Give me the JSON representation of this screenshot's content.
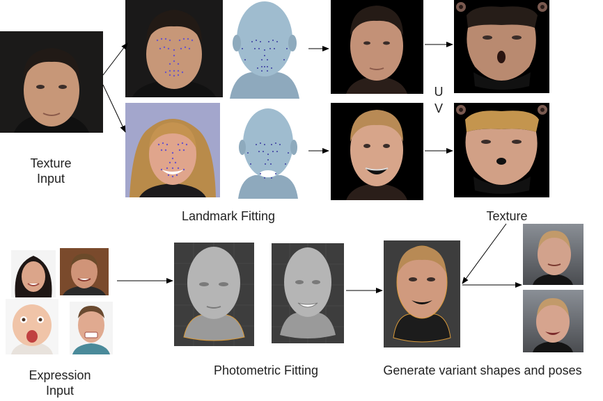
{
  "labels": {
    "texture_input": "Texture\nInput",
    "landmark_fitting": "Landmark Fitting",
    "uv_u": "U",
    "uv_v": "V",
    "texture": "Texture",
    "expression_input": "Expression\nInput",
    "photometric_fitting": "Photometric Fitting",
    "generate_variants": "Generate variant shapes and poses"
  }
}
